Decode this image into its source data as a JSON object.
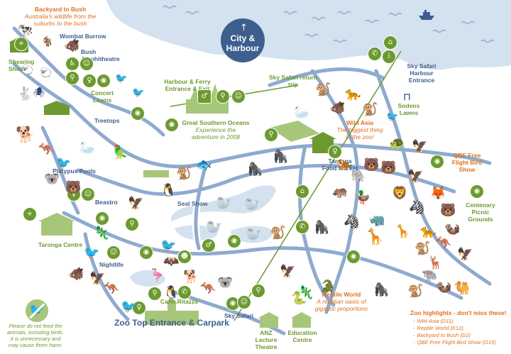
{
  "title": {
    "city_harbour": "City & Harbour",
    "zoo_top_entrance": "Zoo Top Entrance & Carpark"
  },
  "labels": {
    "backyard_to_bush": "Backyard to Bush",
    "backyard_to_bush_sub": "Australia's wildlife from the suburbs to the bush",
    "wombat_burrow": "Wombat Burrow",
    "bush_amphitheatre": "Bush Amphitheatre",
    "shearing_shed": "Shearing Shed",
    "concert_lawns": "Concert Lawns",
    "treetops": "Treetops",
    "harbour_ferry": "Harbour & Ferry Entrance & Exit",
    "sky_safari_return": "Sky Safari return trip",
    "sky_safari_harbour": "Sky Safari Harbour Entrance",
    "sodens_lawns": "Sodens Lawns",
    "great_southern_oceans": "Great Southern Oceans",
    "great_southern_oceans_sub": "Experience the adventure in 2008",
    "wild_asia": "Wild Asia",
    "wild_asia_sub": "The biggest thing in the zoo!",
    "taronga_food_market": "Taronga Food Market",
    "qbe_free_flight": "QBE Free Flight Bird Show",
    "platypus_pools": "Platypus Pools",
    "beastro": "Beastro",
    "seal_show": "Seal Show",
    "centenary_picnic": "Centenary Picnic Grounds",
    "taronga_centre": "Taronga Centre",
    "nightlife": "Nightlife",
    "caffe_ritazza": "Caffe Ritazza",
    "sky_safari": "Sky Safari",
    "anz_lecture": "ANZ Lecture Theatre",
    "education_centre": "Education Centre",
    "reptile_world": "Reptile World",
    "reptile_world_sub": "A reptilian oasis of gigantic proportions",
    "no_feed": "Please do not feed the animals, including birds. It is unnecessary and may cause them harm."
  },
  "highlights": {
    "title": "Zoo highlights - don't miss these!",
    "items": [
      "Wild Asia (D11)",
      "Reptile World (K12)",
      "Backyard to Bush (D2)",
      "QBE Free Flight Bird Show (G15)"
    ]
  },
  "colors": {
    "water": "#d4e1ef",
    "paths": "#8eaad0",
    "path_outline": "#ffffff",
    "green_accent": "#6c9a2f",
    "orange_accent": "#e0701e",
    "navy": "#1f3a6b",
    "label_blue": "#3d5f8e"
  },
  "icons": [
    "toilet-icon",
    "baby-change-icon",
    "food-icon",
    "phone-icon",
    "picnic-table-icon",
    "viewpoint-eye-icon",
    "cable-car-icon",
    "ferry-icon",
    "first-aid-icon",
    "info-icon",
    "theatre-masks-icon",
    "no-feeding-icon"
  ]
}
